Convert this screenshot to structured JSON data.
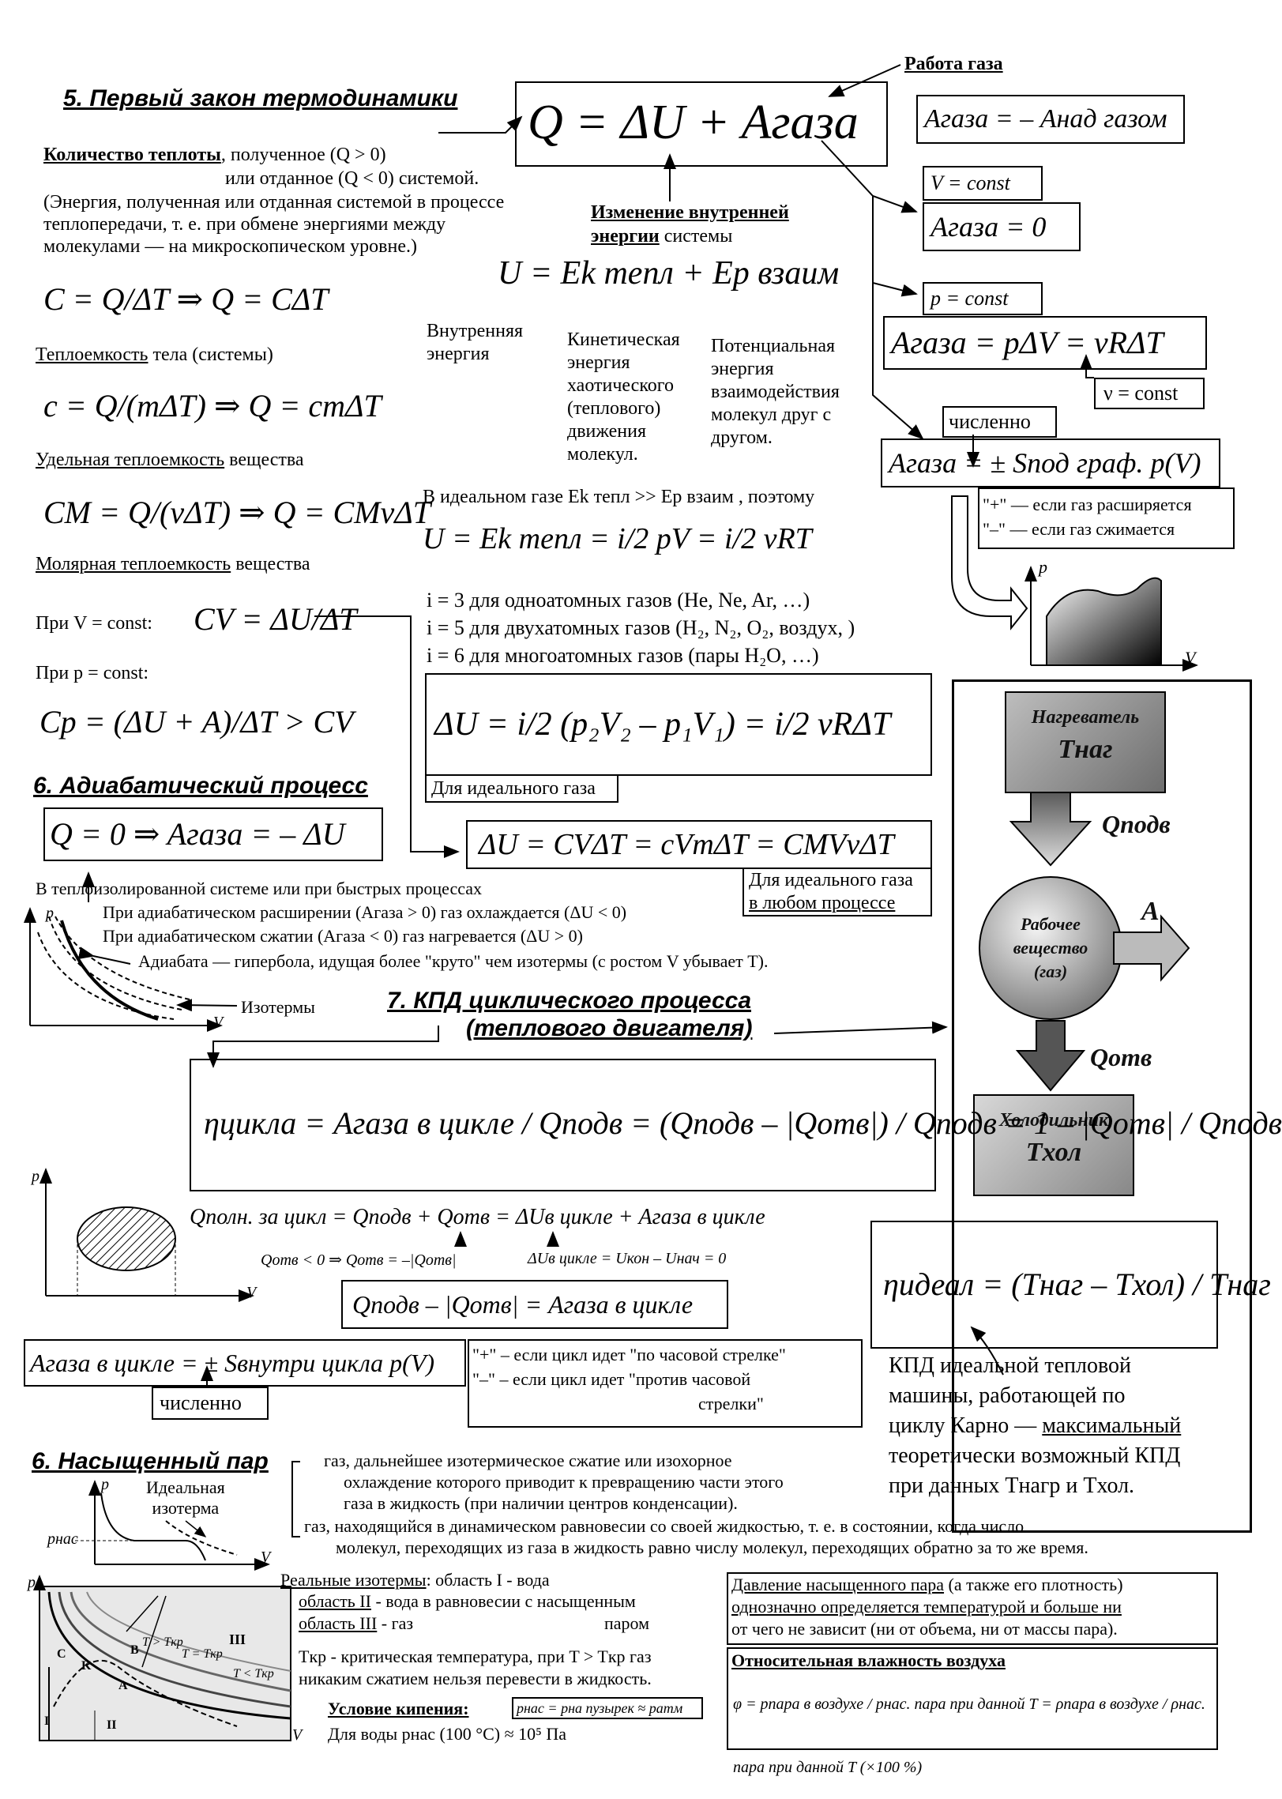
{
  "sections": {
    "first_law": "5. Первый закон термодинамики",
    "adiabatic": "6. Адиабатический процесс",
    "efficiency_l1": "7. КПД циклического процесса",
    "efficiency_l2": "(теплового двигателя)",
    "saturated": "6. Насыщенный пар"
  },
  "first_law": {
    "main_formula": "Q = ΔU + Aгаза",
    "work_label": "Работа газа",
    "work_rel": "Aгаза = – Aнад газом",
    "heat_title": "Количество теплоты",
    "heat_l1_rest": ", полученное (Q > 0)",
    "heat_l2": "или  отданное (Q < 0) системой.",
    "heat_l3": "(Энергия, полученная или отданная системой в процессе",
    "heat_l4": "теплопередачи, т. е. при обмене энергиями между",
    "heat_l5": "молекулами — на микроскопическом уровне.)",
    "du_title_1": "Изменение внутренней",
    "du_title_2": "энергии",
    "du_title_rest": " системы",
    "u_formula": "U = Ek тепл + Ep взаим",
    "u_inner": "Внутренняя энергия",
    "u_kin": "Кинетическая энергия хаотического (теплового) движения молекул.",
    "u_pot": "Потенциальная энергия взаимодействия молекул друг с другом.",
    "ideal_line": "В идеальном газе Ek тепл >> Ep взаим , поэтому",
    "u_ideal": "U = Ek тепл = i/2 pV = i/2 νRT",
    "i3": "i = 3 для одноатомных газов (He, Ne, Ar, …)",
    "i5": "i = 5 для двухатомных газов (H₂, N₂, O₂, воздух, )",
    "i6": "i = 6 для многоатомных газов (пары H₂O, …)",
    "du_ideal": "ΔU = i/2 (p₂V₂ – p₁V₁) = i/2 νRΔT",
    "for_ideal": "Для идеального газа",
    "du_cv": "ΔU = CVΔT = cVmΔT = CMVνΔT",
    "for_ideal_any_1": "Для идеального газа",
    "for_ideal_any_2": "в любом процессе"
  },
  "heat_capacity": {
    "c_formula": "C = Q/ΔT ⇒ Q = CΔT",
    "c_label": "Теплоемкость",
    "c_label_rest": " тела (системы)",
    "cs_formula": "c = Q/(mΔT) ⇒ Q = cmΔT",
    "cs_label": "Удельная теплоемкость",
    "cs_label_rest": " вещества",
    "cm_formula": "CM = Q/(νΔT) ⇒ Q = CMνΔT",
    "cm_label": "Молярная теплоемкость",
    "cm_label_rest": " вещества",
    "cv_prefix": "При V = const:",
    "cv_formula": "CV = ΔU/ΔT",
    "cp_prefix": "При p = const:",
    "cp_formula": "Cp = (ΔU + A)/ΔT > CV"
  },
  "processes": {
    "v_const": "V = const",
    "a_zero": "Aгаза = 0",
    "p_const": "p = const",
    "a_pdv": "Aгаза = pΔV = νRΔT",
    "nu_const": "ν = const",
    "numeric": "численно",
    "a_area": "Aгаза = ± Sпод граф. p(V)",
    "plus_exp": "\"+\" — если газ расширяется",
    "minus_comp": "\"–\" — если газ сжимается"
  },
  "adiabatic": {
    "formula": "Q = 0 ⇒ Aгаза = – ΔU",
    "l1": "В теплоизолированной системе или при быстрых процессах",
    "l2": "При адиабатическом расширении (Aгаза > 0) газ охлаждается (ΔU < 0)",
    "l3": "При адиабатическом сжатии (Aгаза < 0) газ нагревается (ΔU > 0)",
    "l4": "Адиабата — гипербола, идущая более \"круто\" чем изотермы (с ростом V убывает T).",
    "isotherms": "Изотермы"
  },
  "engine": {
    "heater": "Нагреватель",
    "t_heater": "Tнаг",
    "q_in": "Qподв",
    "working_1": "Рабочее",
    "working_2": "вещество",
    "working_3": "(газ)",
    "work": "A",
    "q_out": "Qотв",
    "cooler": "Холодильник",
    "t_cooler": "Tхол"
  },
  "efficiency": {
    "eta": "ηцикла = Aгаза в цикле / Qподв = (Qподв – |Qотв|) / Qподв = 1 – |Qотв| / Qподв",
    "q_full": "Qполн. за цикл = Qподв + Qотв = ΔUв цикле + Aгаза в цикле",
    "q_out_neg": "Qотв < 0 ⇒ Qотв = –|Qотв|",
    "du_zero": "ΔUв цикле = Uкон – Uнач = 0",
    "balance": "Qподв – |Qотв| = Aгаза в цикле",
    "a_cycle": "Aгаза в цикле = ± Sвнутри цикла p(V)",
    "numeric": "численно",
    "plus_cw": "\"+\" – если цикл идет \"по часовой стрелке\"",
    "minus_ccw_1": "\"–\" – если цикл идет \"против часовой",
    "minus_ccw_2": "стрелки\"",
    "eta_ideal": "ηидеал = (Tнаг – Tхол) / Tнаг",
    "carnot_1": "КПД идеальной тепловой",
    "carnot_2": "машины, работающей по",
    "carnot_3a": "циклу Карно — ",
    "carnot_3b": "максимальный",
    "carnot_4": "теоретически возможный КПД",
    "carnot_5": "при данных Tнагр и Tхол."
  },
  "vapor": {
    "def1_1": "газ, дальнейшее изотермическое сжатие или изохорное",
    "def1_2": "охлаждение которого приводит к превращению части этого",
    "def1_3": "газа в жидкость (при наличии центров конденсации).",
    "def2_1": "газ, находящийся в динамическом равновесии со своей жидкостью, т. е. в состоянии, когда число",
    "def2_2": "молекул, переходящих из газа в жидкость равно числу молекул, переходящих обратно за то же время.",
    "ideal_iso_1": "Идеальная",
    "ideal_iso_2": "изотерма",
    "p_sat": "pнас",
    "real_1a": "Реальные изотермы",
    "real_1b": ": область I  - вода",
    "real_2a": "область II",
    "real_2b": " - вода в равновесии с насыщенным",
    "real_3a": "область III",
    "real_3b": "  - газ",
    "real_3c": "паром",
    "tcr_1": "Tкр - критическая температура, при T > Tкр газ",
    "tcr_2": "никаким сжатием нельзя перевести в жидкость.",
    "boil_label": "Условие кипения:",
    "boil_formula": "pнас = pна пузырек ≈ pатм",
    "water": "Для воды pнас (100 °C) ≈ 10⁵ Па",
    "sat_p_1": "Давление насыщенного пара",
    "sat_p_1b": " (а также его плотность)",
    "sat_p_2": "однозначно определяется температурой и больше ни",
    "sat_p_3": "от чего не зависит (ни от объема, ни от массы пара).",
    "humidity_title": "Относительная влажность воздуха",
    "humidity": "φ = pпара в воздухе / pнас. пара при данной T = ρпара в воздухе / ρнас. пара при данной T (×100 %)",
    "diagram_labels": [
      "T > Tкр",
      "T = Tкр",
      "T < Tкр",
      "III",
      "II",
      "I",
      "K",
      "B",
      "C",
      "A"
    ]
  },
  "axes": {
    "p": "p",
    "v": "V"
  }
}
